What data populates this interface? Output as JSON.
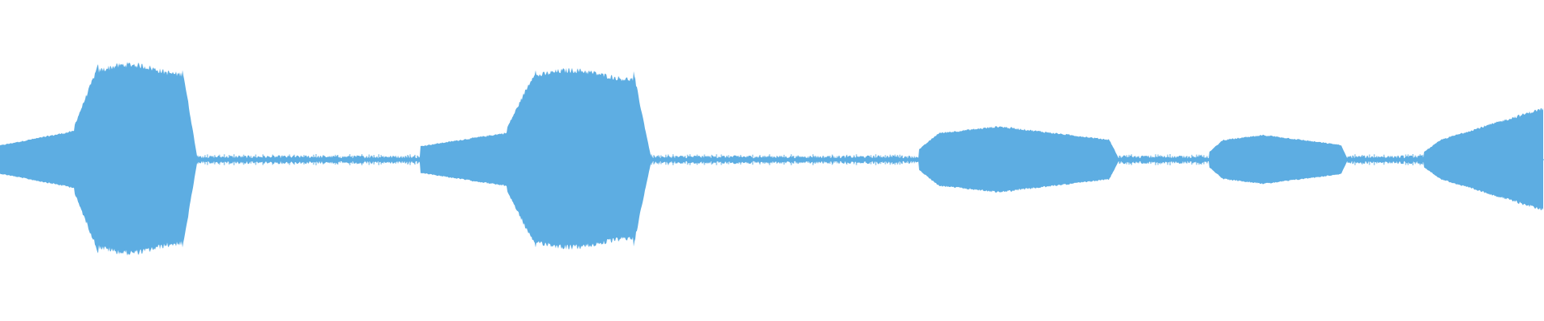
{
  "waveform": {
    "color": "#5DADE2",
    "background": "#FFFFFF",
    "peak_scale": 1.0,
    "baseline_noise_amplitude": 0.03,
    "segments": [
      {
        "kind": "burst",
        "start": 0.0,
        "end": 0.128,
        "peak": 0.66,
        "shape": "rise-plateau-fall"
      },
      {
        "kind": "silence",
        "start": 0.128,
        "end": 0.272
      },
      {
        "kind": "burst",
        "start": 0.272,
        "end": 0.422,
        "peak": 0.62,
        "shape": "rise-plateau-fall"
      },
      {
        "kind": "silence",
        "start": 0.422,
        "end": 0.595
      },
      {
        "kind": "burst",
        "start": 0.595,
        "end": 0.725,
        "peak": 0.23,
        "shape": "swell"
      },
      {
        "kind": "silence",
        "start": 0.725,
        "end": 0.783
      },
      {
        "kind": "burst",
        "start": 0.783,
        "end": 0.873,
        "peak": 0.17,
        "shape": "swell"
      },
      {
        "kind": "silence",
        "start": 0.873,
        "end": 0.922
      },
      {
        "kind": "burst",
        "start": 0.922,
        "end": 1.0,
        "peak": 0.35,
        "shape": "rise"
      }
    ]
  }
}
